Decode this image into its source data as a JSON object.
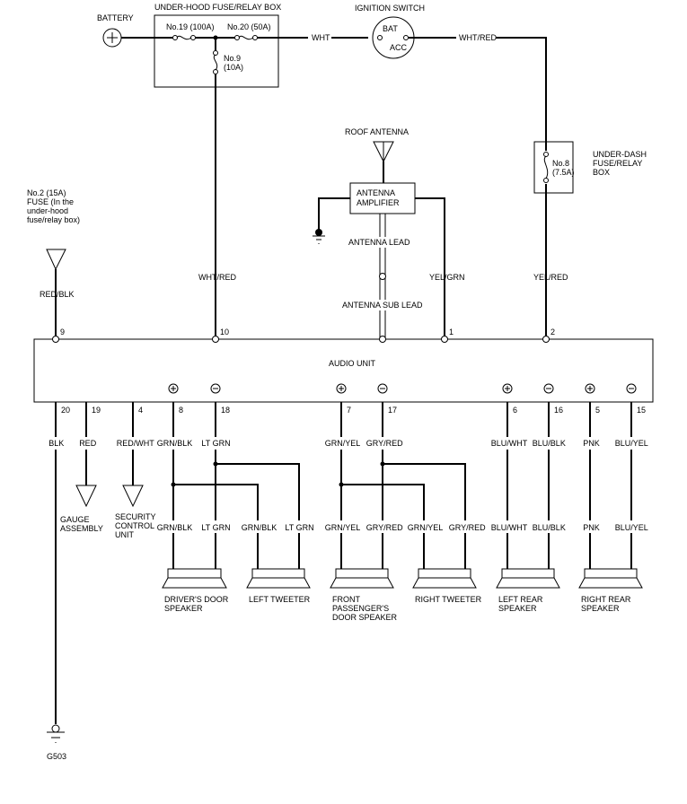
{
  "power": {
    "battery": "BATTERY",
    "fuse_box": "UNDER-HOOD FUSE/RELAY BOX",
    "fuse19": "No.19 (100A)",
    "fuse20": "No.20 (50A)",
    "fuse9_a": "No.9",
    "fuse9_b": "(10A)",
    "wht": "WHT",
    "ignition": "IGNITION SWITCH",
    "bat": "BAT",
    "acc": "ACC",
    "wht_red_top": "WHT/RED",
    "underdash": [
      "UNDER-DASH",
      "FUSE/RELAY",
      "BOX"
    ],
    "fuse8_a": "No.8",
    "fuse8_b": "(7.5A)",
    "fuse2": [
      "No.2 (15A)",
      "FUSE (In the",
      "under-hood",
      "fuse/relay box)"
    ]
  },
  "antenna": {
    "roof": "ROOF ANTENNA",
    "amp": [
      "ANTENNA",
      "AMPLIFIER"
    ],
    "lead": "ANTENNA LEAD",
    "sub_lead": "ANTENNA SUB LEAD"
  },
  "top_wires": {
    "red_blk": "RED/BLK",
    "wht_red": "WHT/RED",
    "yel_grn": "YEL/GRN",
    "yel_red": "YEL/RED"
  },
  "audio_unit": {
    "label": "AUDIO UNIT",
    "top_pins": [
      "9",
      "10",
      "1",
      "2"
    ],
    "bottom_pins": [
      "20",
      "19",
      "4",
      "8",
      "18",
      "7",
      "17",
      "6",
      "16",
      "5",
      "15"
    ],
    "polarity": [
      "+",
      "−",
      "+",
      "−",
      "+",
      "−",
      "+",
      "−"
    ]
  },
  "bottom_wires": [
    "BLK",
    "RED",
    "RED/WHT",
    "GRN/BLK",
    "LT GRN",
    "GRN/YEL",
    "GRY/RED",
    "BLU/WHT",
    "BLU/BLK",
    "PNK",
    "BLU/YEL"
  ],
  "speaker_wires": [
    "GRN/BLK",
    "LT GRN",
    "GRN/BLK",
    "LT GRN",
    "GRN/YEL",
    "GRY/RED",
    "GRN/YEL",
    "GRY/RED",
    "BLU/WHT",
    "BLU/BLK",
    "PNK",
    "BLU/YEL"
  ],
  "loads": {
    "gauge": [
      "GAUGE",
      "ASSEMBLY"
    ],
    "security": [
      "SECURITY",
      "CONTROL",
      "UNIT"
    ],
    "ground": "G503"
  },
  "speakers": [
    [
      "DRIVER'S DOOR",
      "SPEAKER"
    ],
    [
      "LEFT TWEETER"
    ],
    [
      "FRONT",
      "PASSENGER'S",
      "DOOR SPEAKER"
    ],
    [
      "RIGHT TWEETER"
    ],
    [
      "LEFT REAR",
      "SPEAKER"
    ],
    [
      "RIGHT REAR",
      "SPEAKER"
    ]
  ]
}
